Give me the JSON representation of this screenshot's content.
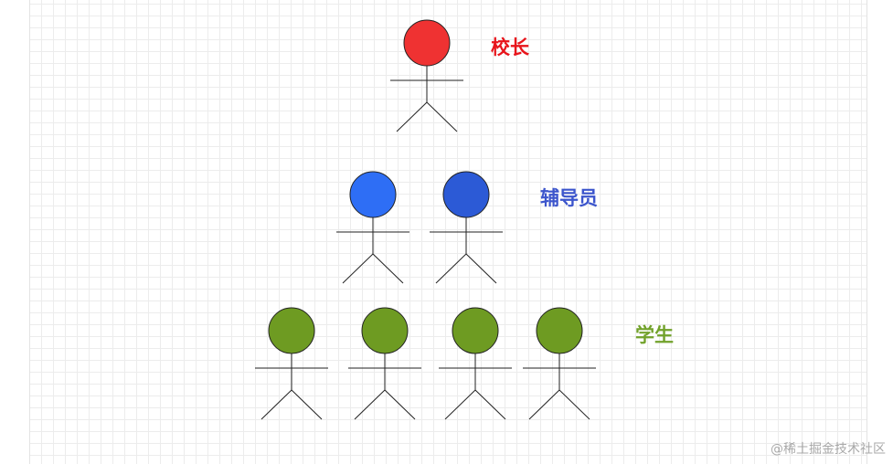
{
  "colors": {
    "principal": "#ef3232",
    "counselor_1": "#2e6ef5",
    "counselor_2": "#2c5ad6",
    "student": "#6e9b22",
    "principal_label": "#e8141b",
    "counselor_label": "#3c55cc",
    "student_label": "#72a22b",
    "stroke": "#222222"
  },
  "groups": [
    {
      "key": "principal",
      "label": "校长",
      "figures": [
        {
          "name": "principal-figure",
          "color": "#ef3232"
        }
      ]
    },
    {
      "key": "counselor",
      "label": "辅导员",
      "figures": [
        {
          "name": "counselor-figure-1",
          "color": "#2e6ef5"
        },
        {
          "name": "counselor-figure-2",
          "color": "#2c5ad6"
        }
      ]
    },
    {
      "key": "student",
      "label": "学生",
      "figures": [
        {
          "name": "student-figure-1",
          "color": "#6e9b22"
        },
        {
          "name": "student-figure-2",
          "color": "#6e9b22"
        },
        {
          "name": "student-figure-3",
          "color": "#6e9b22"
        },
        {
          "name": "student-figure-4",
          "color": "#6e9b22"
        }
      ]
    }
  ],
  "watermark": "@稀土掘金技术社区"
}
